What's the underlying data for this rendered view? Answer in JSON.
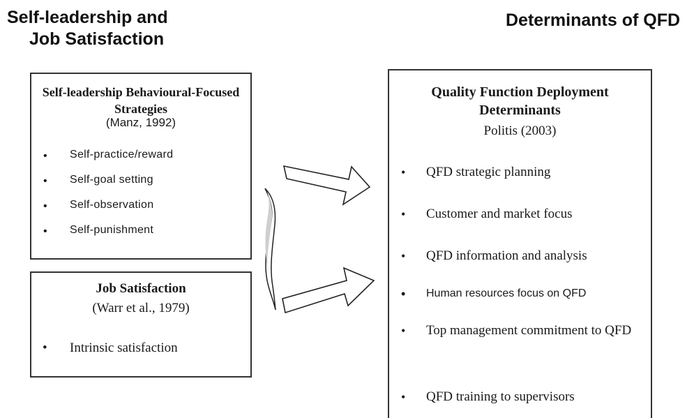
{
  "left_heading": {
    "line1": "Self-leadership and",
    "line2": "Job Satisfaction"
  },
  "right_heading": "Determinants of QFD",
  "self_leadership_box": {
    "title": "Self-leadership Behavioural-Focused Strategies",
    "citation": "(Manz, 1992)",
    "items": [
      "Self-practice/reward",
      "Self-goal setting",
      "Self-observation",
      "Self-punishment"
    ]
  },
  "job_satisfaction_box": {
    "title": "Job Satisfaction",
    "citation": "(Warr et al., 1979)",
    "items": [
      "Intrinsic satisfaction"
    ]
  },
  "qfd_box": {
    "title": "Quality Function Deployment Determinants",
    "citation": "Politis (2003)",
    "items": [
      "QFD strategic planning",
      "Customer and market focus",
      "QFD information and analysis",
      "Human resources focus on QFD",
      "Top management commitment to QFD",
      "QFD training to supervisors"
    ]
  },
  "bullet_symbol": "•"
}
